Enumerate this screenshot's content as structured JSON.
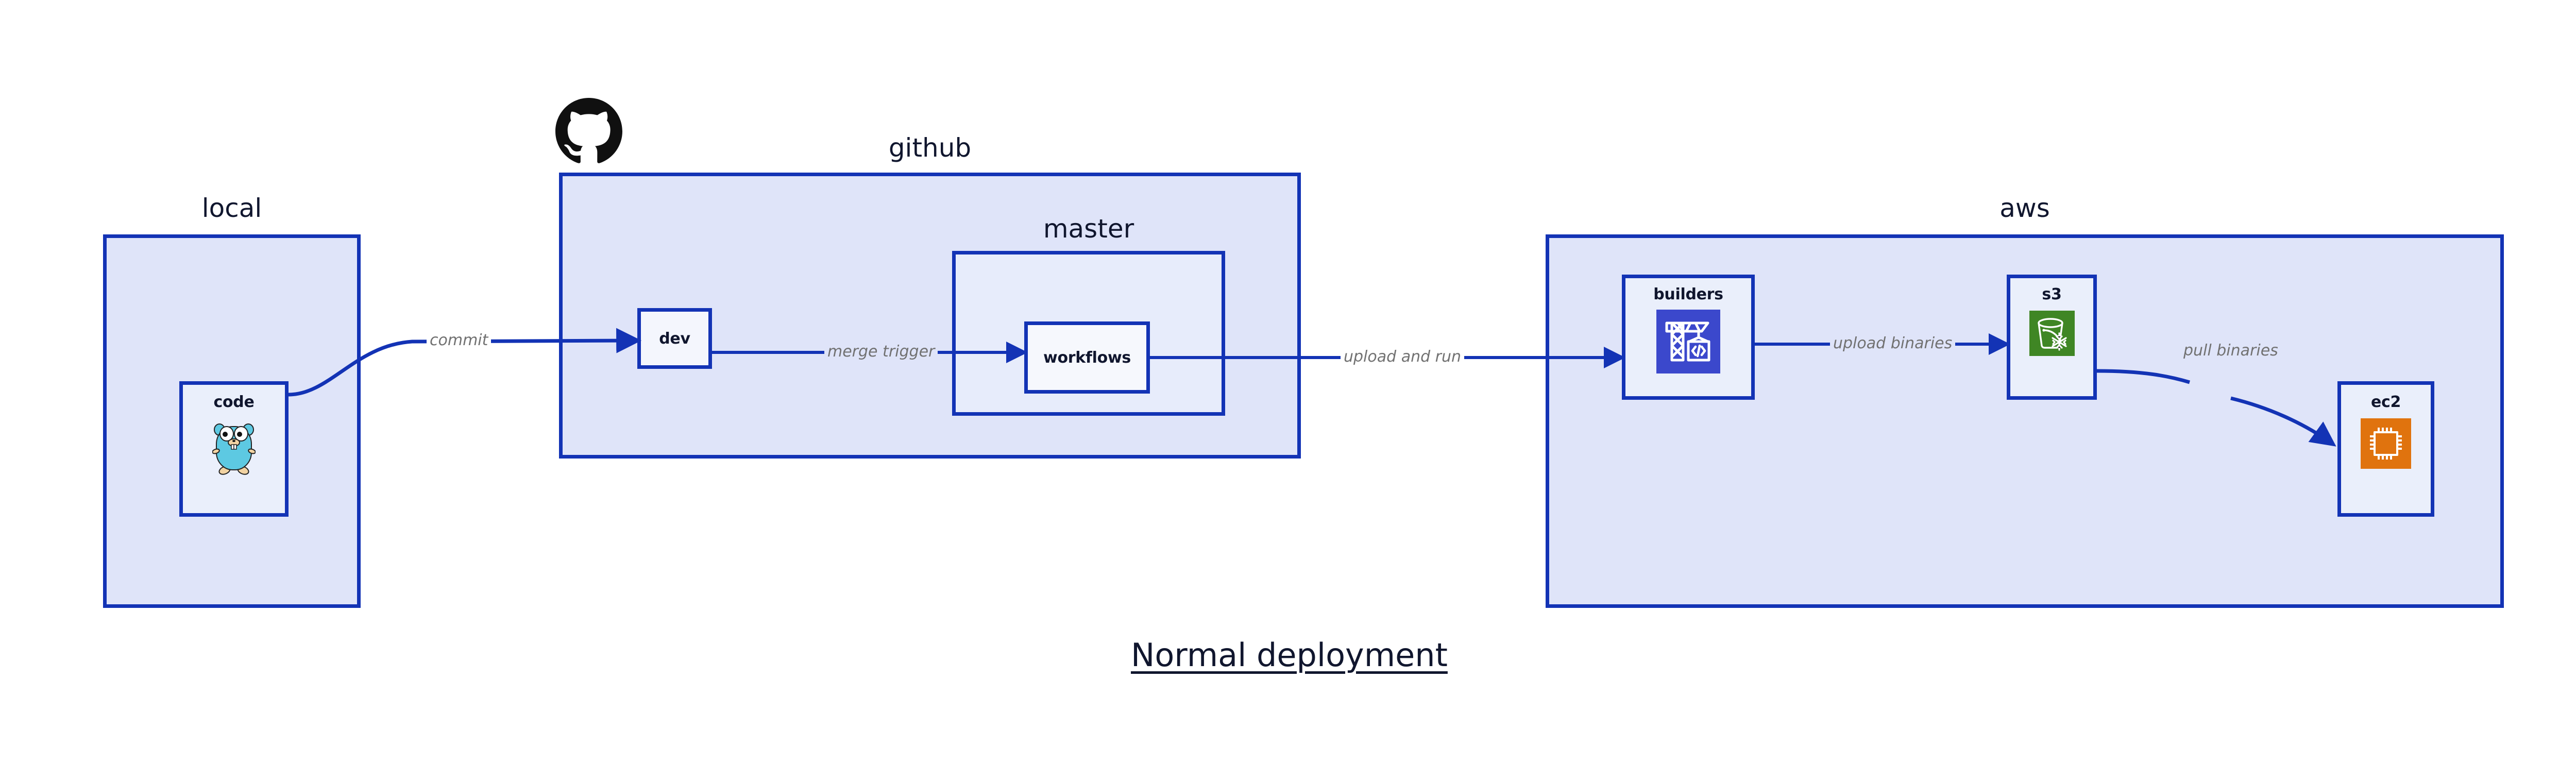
{
  "diagram": {
    "title": "Normal deployment",
    "background_color": "#ffffff",
    "accent_color": "#1333b5",
    "group_fill": "#dfe4f9",
    "node_fill": "#eaeffb",
    "label_color": "#10162e",
    "edge_label_color": "#717171"
  },
  "groups": [
    {
      "id": "local",
      "label": "local"
    },
    {
      "id": "github",
      "label": "github"
    },
    {
      "id": "master",
      "label": "master"
    },
    {
      "id": "aws",
      "label": "aws"
    }
  ],
  "nodes": [
    {
      "id": "code",
      "label": "code",
      "icon": "go-gopher-icon",
      "icon_color": "#5dc9e2"
    },
    {
      "id": "dev",
      "label": "dev",
      "icon": "none",
      "icon_color": ""
    },
    {
      "id": "workflows",
      "label": "workflows",
      "icon": "none",
      "icon_color": ""
    },
    {
      "id": "builders",
      "label": "builders",
      "icon": "aws-codebuild-icon",
      "icon_color": "#3b48cc"
    },
    {
      "id": "s3",
      "label": "s3",
      "icon": "aws-s3-glacier-icon",
      "icon_color": "#3f8624"
    },
    {
      "id": "ec2",
      "label": "ec2",
      "icon": "aws-ec2-icon",
      "icon_color": "#e0730e"
    }
  ],
  "edges": [
    {
      "from": "code",
      "to": "dev",
      "label": "commit"
    },
    {
      "from": "dev",
      "to": "workflows",
      "label": "merge trigger"
    },
    {
      "from": "workflows",
      "to": "builders",
      "label": "upload and run"
    },
    {
      "from": "builders",
      "to": "s3",
      "label": "upload binaries"
    },
    {
      "from": "s3",
      "to": "ec2",
      "label": "pull binaries"
    }
  ],
  "logos": [
    {
      "id": "github-octocat",
      "name": "github-octocat-logo",
      "color": "#101010"
    }
  ]
}
